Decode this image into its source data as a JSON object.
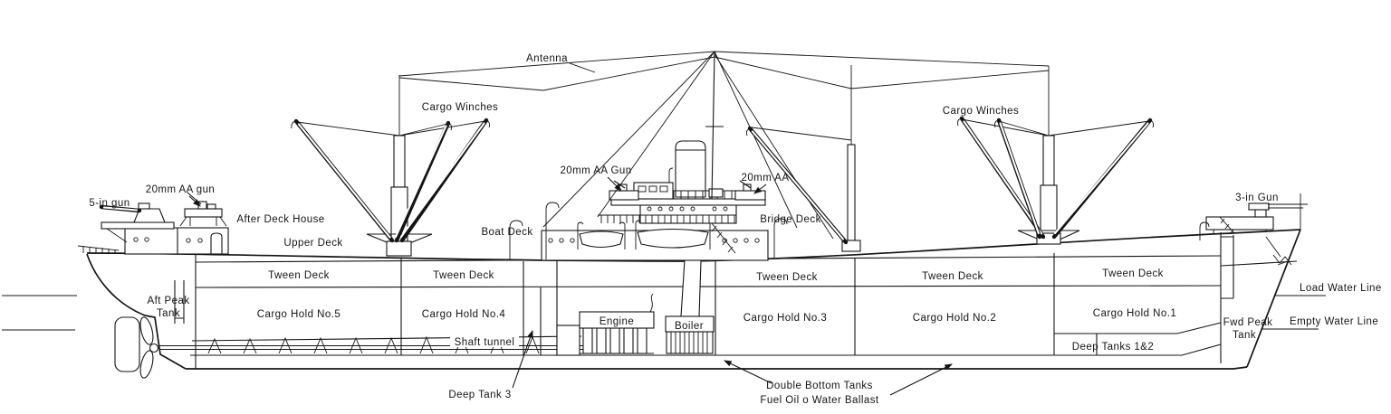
{
  "colors": {
    "ink": "#141414",
    "paper": "#ffffff"
  },
  "diagram": {
    "type": "ship-side-elevation-cutaway",
    "labels": {
      "antenna": "Antenna",
      "cargo_winches_aft": "Cargo Winches",
      "cargo_winches_fwd": "Cargo Winches",
      "gun_5in": "5-in gun",
      "gun_20mm_aft_house": "20mm AA gun",
      "after_deck_house": "After Deck House",
      "upper_deck": "Upper Deck",
      "boat_deck": "Boat Deck",
      "gun_20mm_bridge_fwd": "20mm AA Gun",
      "gun_20mm_bridge_aft": "20mm AA",
      "bridge_deck": "Bridge Deck",
      "gun_3in": "3-in Gun",
      "shaft_tunnel": "Shaft tunnel",
      "engine": "Engine",
      "boiler": "Boiler",
      "deep_tank_3": "Deep Tank 3",
      "deep_tanks_1_2": "Deep Tanks 1&2",
      "double_bottom_1": "Double Bottom Tanks",
      "double_bottom_2": "Fuel Oil o Water Ballast",
      "aft_peak_1": "Aft Peak",
      "aft_peak_2": "Tank",
      "fwd_peak_1": "Fwd Peak",
      "fwd_peak_2": "Tank",
      "load_water_line": "Load Water Line",
      "empty_water_line": "Empty Water Line"
    },
    "tween_decks": [
      "Tween Deck",
      "Tween Deck",
      "Tween Deck",
      "Tween Deck",
      "Tween Deck"
    ],
    "cargo_holds": [
      "Cargo Hold No.5",
      "Cargo Hold No.4",
      "Cargo Hold No.3",
      "Cargo Hold No.2",
      "Cargo Hold No.1"
    ]
  }
}
